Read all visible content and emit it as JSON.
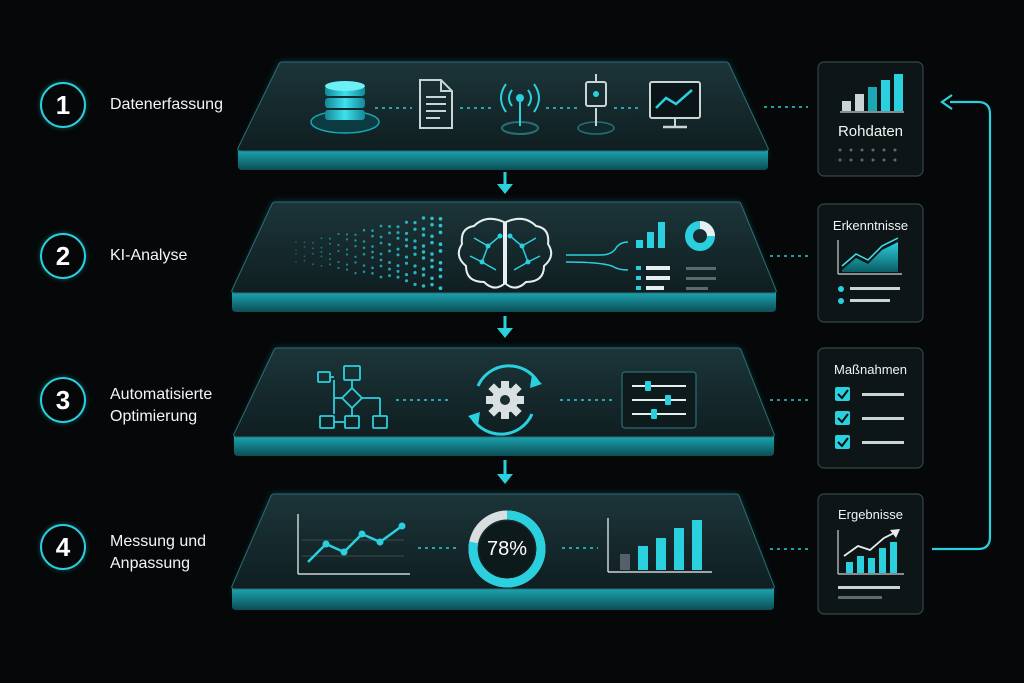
{
  "steps": [
    {
      "number": "1",
      "label_lines": [
        "Datenerfassung"
      ]
    },
    {
      "number": "2",
      "label_lines": [
        "KI-Analyse"
      ]
    },
    {
      "number": "3",
      "label_lines": [
        "Automatisierte",
        "Optimierung"
      ]
    },
    {
      "number": "4",
      "label_lines": [
        "Messung und",
        "Anpassung"
      ]
    }
  ],
  "cards": [
    {
      "title": "Rohdaten"
    },
    {
      "title": "Erkenntnisse"
    },
    {
      "title": "Maßnahmen"
    },
    {
      "title": "Ergebnisse"
    }
  ],
  "gauge": {
    "value_label": "78%",
    "fraction": 0.78
  },
  "colors": {
    "accent": "#2ad0de",
    "panel": "#15292c",
    "panel_edge": "#1e9aa6",
    "background": "#050708"
  },
  "icons": {
    "layer1": [
      "database-icon",
      "document-icon",
      "antenna-icon",
      "sensor-icon",
      "monitor-chart-icon"
    ],
    "layer2": [
      "particle-stream-icon",
      "brain-icon",
      "bar-chart-icon",
      "donut-chart-icon",
      "list-icon"
    ],
    "layer3": [
      "flowchart-icon",
      "gear-cycle-icon",
      "sliders-icon"
    ],
    "layer4": [
      "line-chart-icon",
      "progress-ring-icon",
      "bar-chart-icon"
    ],
    "feedback": "feedback-arrow-icon"
  }
}
